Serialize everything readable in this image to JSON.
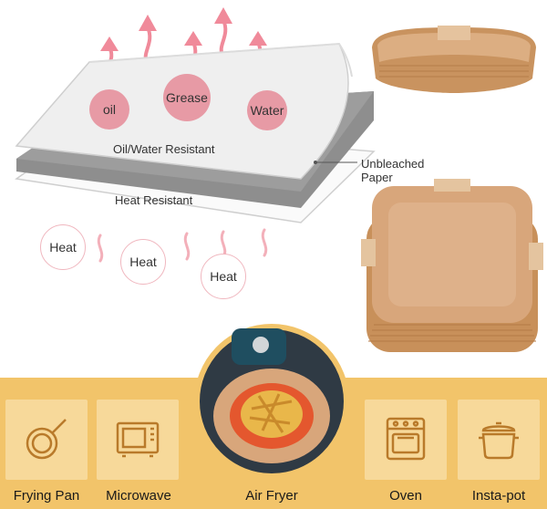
{
  "diagram": {
    "bubbles": [
      "oil",
      "Grease",
      "Water"
    ],
    "layer_labels": {
      "oil_water": "Oil/Water Resistant",
      "heat_resistant": "Heat Resistant",
      "unbleached": "Unbleached\nPaper"
    },
    "heat_labels": [
      "Heat",
      "Heat",
      "Heat"
    ]
  },
  "uses": [
    {
      "label": "Frying Pan",
      "icon": "frying-pan-icon"
    },
    {
      "label": "Microwave",
      "icon": "microwave-icon"
    },
    {
      "label": "Air Fryer",
      "icon": "air-fryer-photo"
    },
    {
      "label": "Oven",
      "icon": "oven-icon"
    },
    {
      "label": "Insta-pot",
      "icon": "pot-icon"
    }
  ],
  "colors": {
    "band": "#f2c46a",
    "tile": "#f7d99a",
    "paper": "#d8a67b",
    "pink": "#e79aa5"
  }
}
